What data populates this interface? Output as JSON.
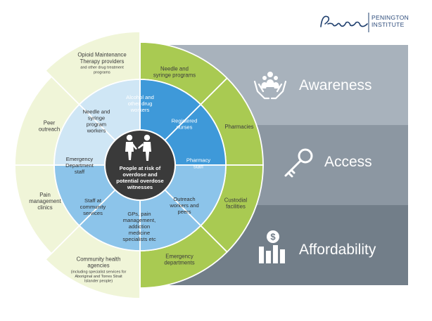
{
  "logo": {
    "signature": "Penington",
    "name_line1": "PENINGTON",
    "name_line2": "INSTITUTE"
  },
  "colors": {
    "band_awareness": "#a8b2bc",
    "band_access": "#8c97a2",
    "band_affordability": "#727e89",
    "outer_ring_green": "#a9ca52",
    "outer_ring_light": "#f0f5d8",
    "middle_ring_light": "#cfe6f5",
    "middle_ring_blue": "#3e99d9",
    "middle_ring_mid": "#8cc4ea",
    "center": "#3a3a3a"
  },
  "bands": [
    {
      "label": "Awareness",
      "icon": "hands-holding-people-icon"
    },
    {
      "label": "Access",
      "icon": "key-icon"
    },
    {
      "label": "Affordability",
      "icon": "dollar-bar-chart-icon"
    }
  ],
  "center": {
    "lines": [
      "People at risk of",
      "overdose and",
      "potential overdose",
      "witnesses"
    ],
    "icon": "people-at-risk-icon"
  },
  "middle_ring": [
    {
      "lines": [
        "Alcohol and",
        "other drug",
        "workers"
      ]
    },
    {
      "lines": [
        "Registered",
        "nurses"
      ]
    },
    {
      "lines": [
        "Pharmacy",
        "staff"
      ]
    },
    {
      "lines": [
        "Outreach",
        "workers and",
        "peers"
      ]
    },
    {
      "lines": [
        "GPs, pain",
        "management,",
        "addiction",
        "medicine",
        "specialists etc"
      ]
    },
    {
      "lines": [
        "Staff at",
        "community",
        "services"
      ]
    },
    {
      "lines": [
        "Emergency",
        "Department",
        "staff"
      ]
    },
    {
      "lines": [
        "Needle and",
        "syringe",
        "program",
        "workers"
      ]
    }
  ],
  "outer_ring": [
    {
      "lines": [
        "Needle and",
        "syringe programs"
      ]
    },
    {
      "lines": [
        "Pharmacies"
      ]
    },
    {
      "lines": [
        "Custodial",
        "facilities"
      ]
    },
    {
      "lines": [
        "Emergency",
        "departments"
      ]
    },
    {
      "lines": [
        "Community health",
        "agencies"
      ],
      "sub": [
        "(including specialist services for",
        "Aboriginal and Torres Strait",
        "Islander people)"
      ]
    },
    {
      "lines": [
        "Pain",
        "management",
        "clinics"
      ]
    },
    {
      "lines": [
        "Peer",
        "outreach"
      ]
    },
    {
      "lines": [
        "Opioid Maintenance",
        "Therapy providers"
      ],
      "sub": [
        "and other drug treatment",
        "programs"
      ]
    }
  ]
}
